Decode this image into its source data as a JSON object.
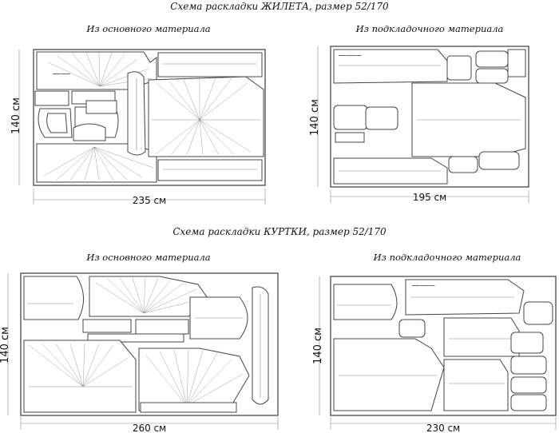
{
  "vest": {
    "title": "Схема раскладки ЖИЛЕТА, размер 52/170",
    "main": {
      "subtitle": "Из основного материала",
      "width": "235 см",
      "height": "140 см"
    },
    "lining": {
      "subtitle": "Из подкладочного материала",
      "width": "195 см",
      "height": "140 см"
    }
  },
  "jacket": {
    "title": "Схема раскладки КУРТКИ, размер 52/170",
    "main": {
      "subtitle": "Из основного материала",
      "width": "260 см",
      "height": "140 см"
    },
    "lining": {
      "subtitle": "Из подкладочного материала",
      "width": "230 см",
      "height": "140 см"
    }
  },
  "colors": {
    "line": "#444444",
    "text": "#111111",
    "background": "#ffffff"
  }
}
